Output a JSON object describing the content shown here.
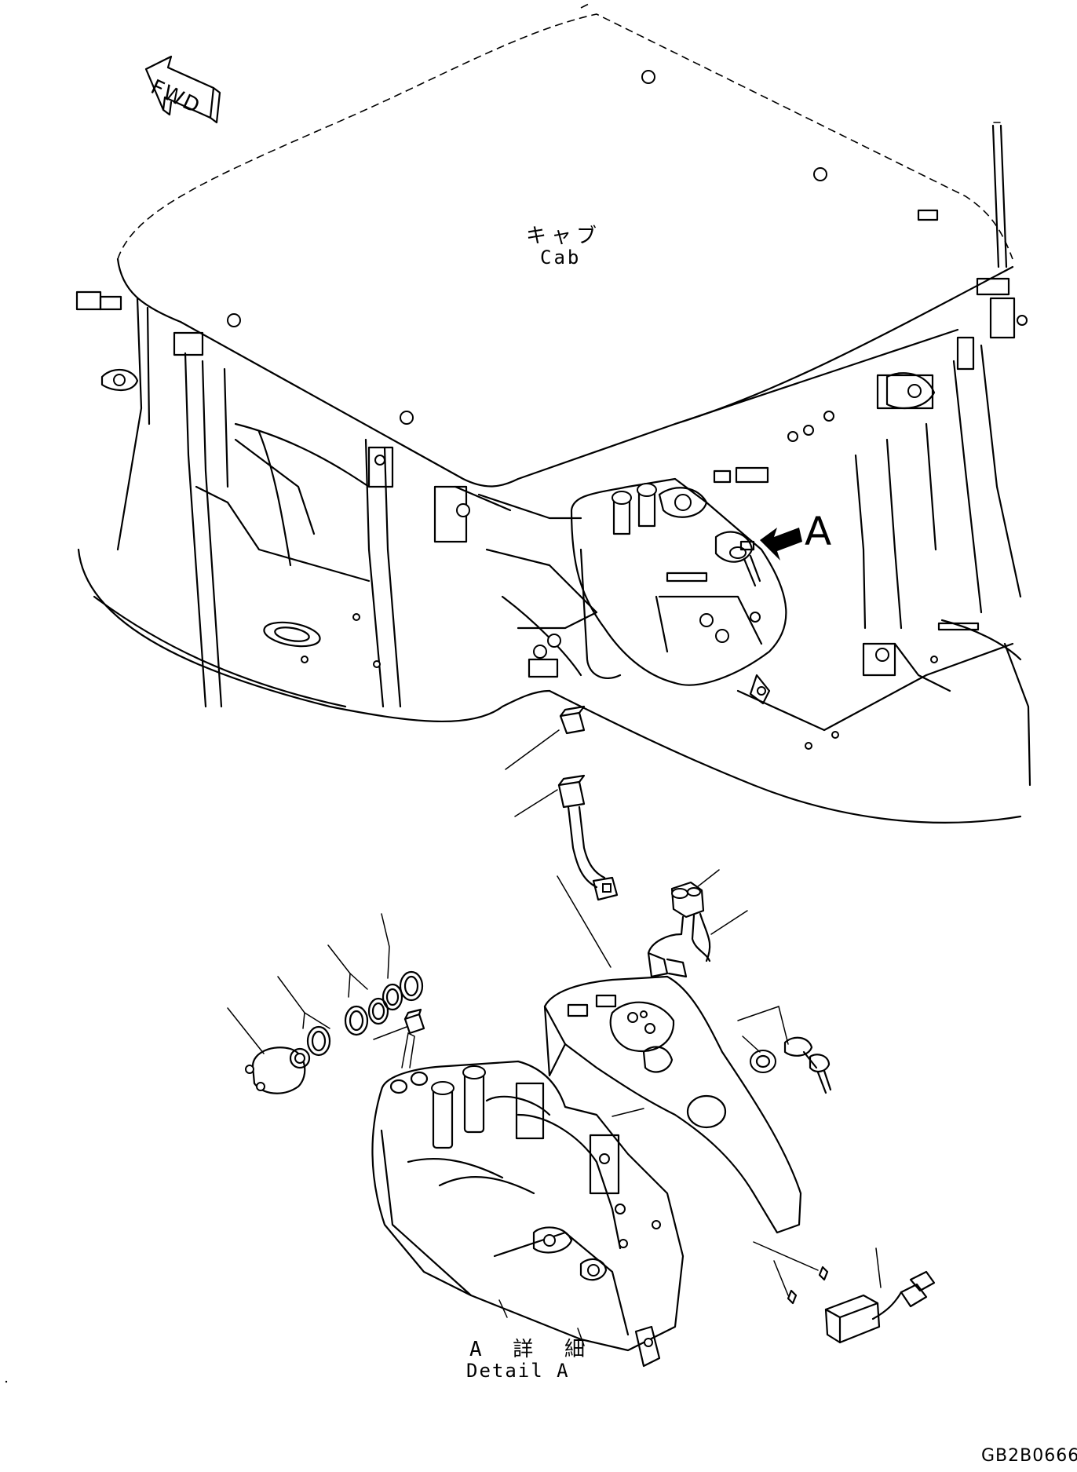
{
  "labels": {
    "fwd": "FWD",
    "cab_jp": "キャブ",
    "cab_en": "Cab",
    "view_arrow": "A",
    "detail_jp": "A 詳 細",
    "detail_en": "Detail A",
    "drawing_code": "GB2B0666"
  },
  "icons": {
    "forward": "fwd-arrow-icon",
    "view": "view-arrow-icon"
  },
  "colors": {
    "line": "#000000",
    "background": "#ffffff"
  }
}
